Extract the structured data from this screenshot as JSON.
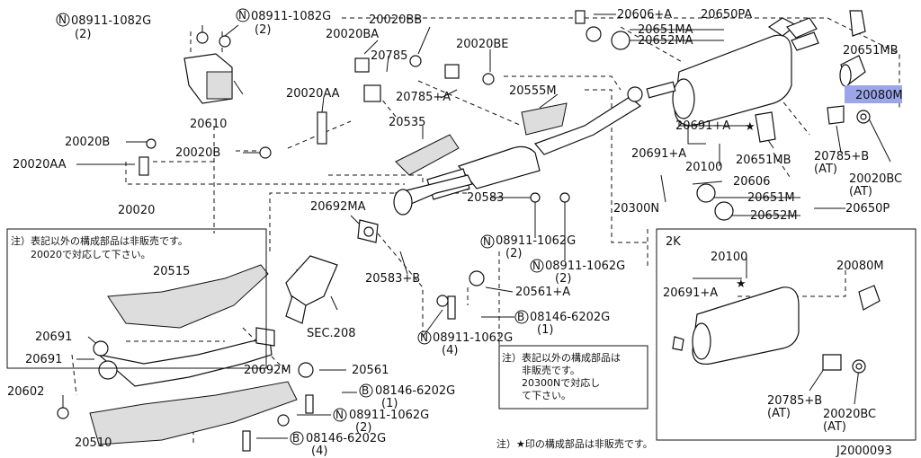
{
  "diagram_id": "J2000093",
  "labels": {
    "p08911_1082G_a": "08911-1082G",
    "p08911_1082G_a_qty": "(2)",
    "p08911_1082G_b": "08911-1082G",
    "p08911_1082G_b_qty": "(2)",
    "p20020BB": "20020BB",
    "p20020BA": "20020BA",
    "p20785": "20785",
    "p20020BE": "20020BE",
    "p20606A": "20606+A",
    "p20650PA": "20650PA",
    "p20651MA": "20651MA",
    "p20652MA": "20652MA",
    "p20651MB_top": "20651MB",
    "p20080M_top": "20080M",
    "p20610": "20610",
    "p20020AA_top": "20020AA",
    "p20785A": "20785+A",
    "p20555M": "20555M",
    "p20535": "20535",
    "p20020B_1": "20020B",
    "p20020AA_left": "20020AA",
    "p20020B_2": "20020B",
    "p20691A_top": "20691+A",
    "p20100_top": "20100",
    "p20651MB_mid": "20651MB",
    "p20785B_top": "20785+B",
    "p20785B_top_at": "(AT)",
    "p20020BC_top": "20020BC",
    "p20020BC_top_at": "(AT)",
    "p20606": "20606",
    "p20300N": "20300N",
    "p20651M": "20651M",
    "p20652M": "20652M",
    "p20650P": "20650P",
    "p20583": "20583",
    "p20692MA": "20692MA",
    "p20020_box": "20020",
    "p20515": "20515",
    "p08911_1062G_a": "08911-1062G",
    "p08911_1062G_a_qty": "(2)",
    "p08911_1062G_b": "08911-1062G",
    "p08911_1062G_b_qty": "(2)",
    "p20583B": "20583+B",
    "p20561A": "20561+A",
    "p08146_6202G_a": "08146-6202G",
    "p08146_6202G_a_qty": "(1)",
    "p08911_1062G_c": "08911-1062G",
    "p08911_1062G_c_qty": "(4)",
    "pSEC208": "SEC.208",
    "p20691_1": "20691",
    "p20691_2": "20691",
    "p20692M": "20692M",
    "p20561": "20561",
    "p08146_6202G_b": "08146-6202G",
    "p08146_6202G_b_qty": "(1)",
    "p20602": "20602",
    "p08911_1062G_d": "08911-1062G",
    "p08911_1062G_d_qty": "(2)",
    "p20510": "20510",
    "p08146_6202G_c": "08146-6202G",
    "p08146_6202G_c_qty": "(4)",
    "k2_title": "2K",
    "k2_20100": "20100",
    "k2_20691A": "20691+A",
    "k2_20080M": "20080M",
    "k2_20785B": "20785+B",
    "k2_20785B_at": "(AT)",
    "k2_20020BC": "20020BC",
    "k2_20020BC_at": "(AT)",
    "circle_n": "N",
    "circle_b": "B"
  },
  "notes": {
    "box_note_line1": "注）表記以外の構成部品は非販売です。",
    "box_note_line2": "20020で対応して下さい。",
    "mid_note_line1": "注）表記以外の構成部品は",
    "mid_note_line2": "非販売です。",
    "mid_note_line3": "20300Nで対応し",
    "mid_note_line4": "て下さい。",
    "bottom_note": "注）★印の構成部品は非販売です。"
  },
  "highlight": {
    "part": "20080M",
    "color": "#9aa6e8"
  }
}
